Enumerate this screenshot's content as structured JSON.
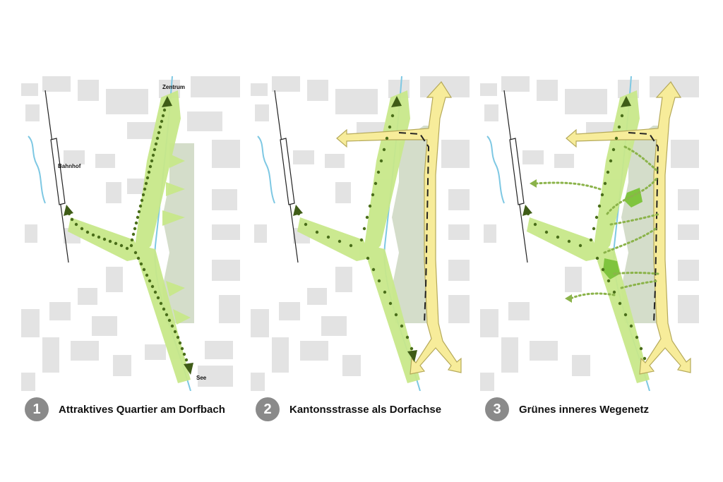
{
  "panels": [
    {
      "number": "1",
      "caption": "Attraktives Quartier am Dorfbach",
      "labels": {
        "zentrum": "Zentrum",
        "bahnhof": "Bahnhof",
        "see": "See"
      }
    },
    {
      "number": "2",
      "caption": "Kantonsstrasse als Dorfachse"
    },
    {
      "number": "3",
      "caption": "Grünes inneres Wegenetz"
    }
  ],
  "colors": {
    "building": "#e3e3e3",
    "green_band": "#c8e88a",
    "green_dots": "#4a6e1a",
    "arrow": "#3f5c17",
    "road": "#f7ec9a",
    "road_outline": "#b5a95a",
    "stream": "#7ec8e3",
    "rail": "#222222",
    "light_dots": "#8bb34a",
    "park": "#7fc43e",
    "badge": "#8a8a8a"
  }
}
